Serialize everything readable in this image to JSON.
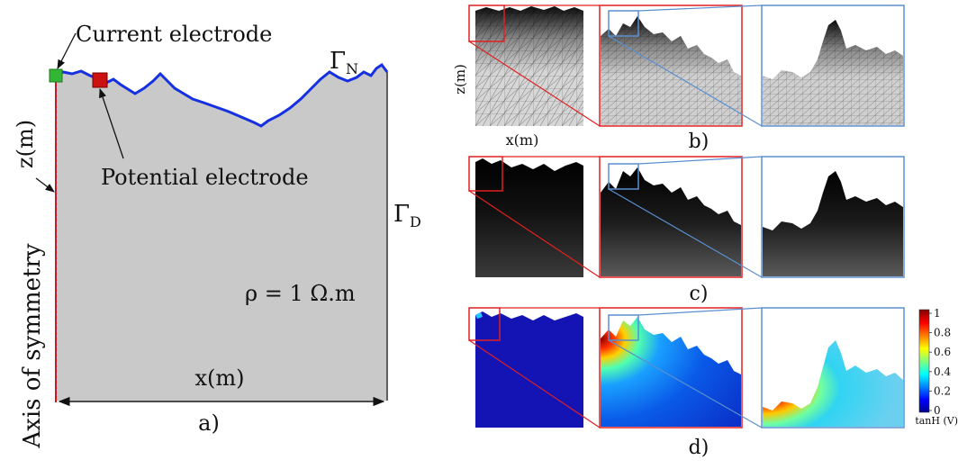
{
  "panel_a": {
    "current_electrode": "Current electrode",
    "potential_electrode": "Potential electrode",
    "gamma": "Γ",
    "gamma_n_sub": "N",
    "gamma_d_sub": "D",
    "z_label": "z(m)",
    "x_label": "x(m)",
    "axis_label": "Axis of symmetry",
    "rho_label": "ρ = 1 Ω.m",
    "caption": "a)"
  },
  "panel_b": {
    "z_label": "z(m)",
    "x_label": "x(m)",
    "caption": "b)"
  },
  "panel_c": {
    "caption": "c)"
  },
  "panel_d": {
    "caption": "d)",
    "colorbar": {
      "ticks": [
        "1",
        "0.8",
        "0.6",
        "0.4",
        "0.2",
        "0"
      ],
      "label": "tanH (V)"
    }
  },
  "colors": {
    "domain": "#c9c9c9",
    "surface": "#1530e0",
    "axis": "#e01010",
    "current_electrode": "#35b535",
    "potential_electrode": "#cc1111",
    "zoom_red": "#e02020",
    "zoom_blue": "#5a8fd0",
    "field_blue": "#1414b4"
  }
}
